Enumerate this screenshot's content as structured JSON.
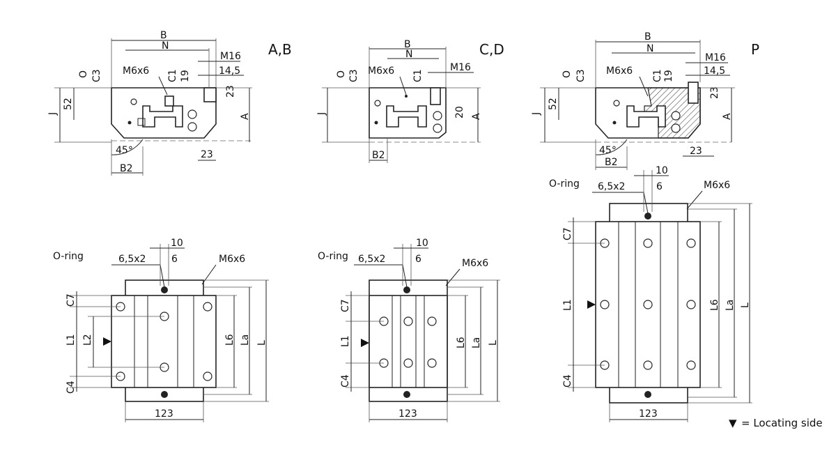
{
  "variants": [
    {
      "title": "A,B",
      "top": {
        "B": "B",
        "N": "N",
        "M16": "M16",
        "v145": "14,5",
        "M6x6": "M6x6",
        "O": "O",
        "C3": "C3",
        "C1": "C1",
        "v19": "19",
        "v23a": "23",
        "J": "J",
        "v52": "52",
        "A": "A",
        "angle": "45°",
        "v23b": "23",
        "B2": "B2"
      },
      "bottom": {
        "oring": "O-ring",
        "v652": "6,5x2",
        "v10": "10",
        "v6": "6",
        "M6x6": "M6x6",
        "C7": "C7",
        "L1": "L1",
        "L2": "L2",
        "C4": "C4",
        "L6": "L6",
        "La": "La",
        "L": "L",
        "v123": "123"
      }
    },
    {
      "title": "C,D",
      "top": {
        "B": "B",
        "N": "N",
        "M16": "M16",
        "M6x6": "M6x6",
        "O": "O",
        "C3": "C3",
        "C1": "C1",
        "v20": "20",
        "J": "J",
        "A": "A",
        "B2": "B2"
      },
      "bottom": {
        "oring": "O-ring",
        "v652": "6,5x2",
        "v10": "10",
        "v6": "6",
        "M6x6": "M6x6",
        "C7": "C7",
        "L1": "L1",
        "C4": "C4",
        "L6": "L6",
        "La": "La",
        "L": "L",
        "v123": "123"
      }
    },
    {
      "title": "P",
      "top": {
        "B": "B",
        "N": "N",
        "M16": "M16",
        "v145": "14,5",
        "M6x6": "M6x6",
        "O": "O",
        "C3": "C3",
        "C1": "C1",
        "v19": "19",
        "v23a": "23",
        "J": "J",
        "v52": "52",
        "A": "A",
        "angle": "45°",
        "v23b": "23",
        "B2": "B2"
      },
      "bottom": {
        "oring": "O-ring",
        "v652": "6,5x2",
        "v10": "10",
        "v6": "6",
        "M6x6": "M6x6",
        "C7": "C7",
        "L1": "L1",
        "C4": "C4",
        "L6": "L6",
        "La": "La",
        "L": "L",
        "v123": "123"
      }
    }
  ],
  "legend": {
    "symbol": "▼",
    "text": "= Locating side"
  }
}
